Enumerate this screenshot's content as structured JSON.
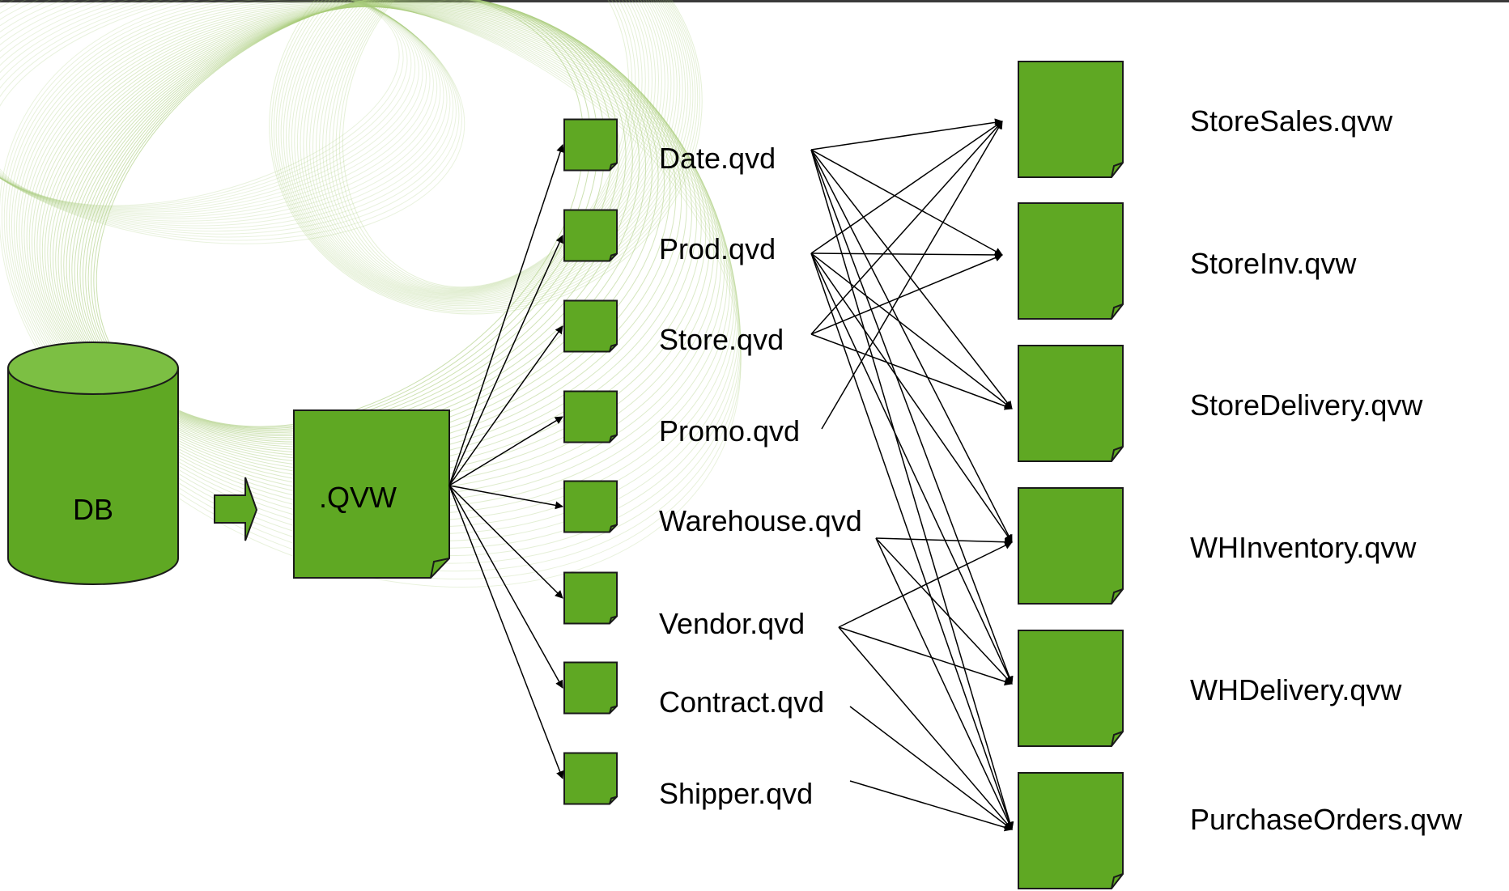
{
  "source": {
    "db_label": "DB",
    "extract_label": ".QVW"
  },
  "qvd_files": [
    "Date.qvd",
    "Prod.qvd",
    "Store.qvd",
    "Promo.qvd",
    "Warehouse.qvd",
    "Vendor.qvd",
    "Contract.qvd",
    "Shipper.qvd"
  ],
  "qvw_apps": [
    "StoreSales.qvw",
    "StoreInv.qvw",
    "StoreDelivery.qvw",
    "WHInventory.qvw",
    "WHDelivery.qvw",
    "PurchaseOrders.qvw"
  ],
  "links": [
    [
      "Date.qvd",
      "StoreSales.qvw"
    ],
    [
      "Date.qvd",
      "StoreInv.qvw"
    ],
    [
      "Date.qvd",
      "StoreDelivery.qvw"
    ],
    [
      "Date.qvd",
      "WHInventory.qvw"
    ],
    [
      "Date.qvd",
      "WHDelivery.qvw"
    ],
    [
      "Date.qvd",
      "PurchaseOrders.qvw"
    ],
    [
      "Prod.qvd",
      "StoreSales.qvw"
    ],
    [
      "Prod.qvd",
      "StoreInv.qvw"
    ],
    [
      "Prod.qvd",
      "StoreDelivery.qvw"
    ],
    [
      "Prod.qvd",
      "WHInventory.qvw"
    ],
    [
      "Prod.qvd",
      "WHDelivery.qvw"
    ],
    [
      "Prod.qvd",
      "PurchaseOrders.qvw"
    ],
    [
      "Store.qvd",
      "StoreSales.qvw"
    ],
    [
      "Store.qvd",
      "StoreInv.qvw"
    ],
    [
      "Store.qvd",
      "StoreDelivery.qvw"
    ],
    [
      "Promo.qvd",
      "StoreSales.qvw"
    ],
    [
      "Warehouse.qvd",
      "WHInventory.qvw"
    ],
    [
      "Warehouse.qvd",
      "WHDelivery.qvw"
    ],
    [
      "Warehouse.qvd",
      "PurchaseOrders.qvw"
    ],
    [
      "Vendor.qvd",
      "WHInventory.qvw"
    ],
    [
      "Vendor.qvd",
      "WHDelivery.qvw"
    ],
    [
      "Vendor.qvd",
      "PurchaseOrders.qvw"
    ],
    [
      "Contract.qvd",
      "PurchaseOrders.qvw"
    ],
    [
      "Shipper.qvd",
      "PurchaseOrders.qvw"
    ]
  ],
  "colors": {
    "fill": "#5fa823",
    "fill_light": "#7cbf43",
    "stroke": "#1a1a1a",
    "swirl": "#a9cc7a"
  }
}
